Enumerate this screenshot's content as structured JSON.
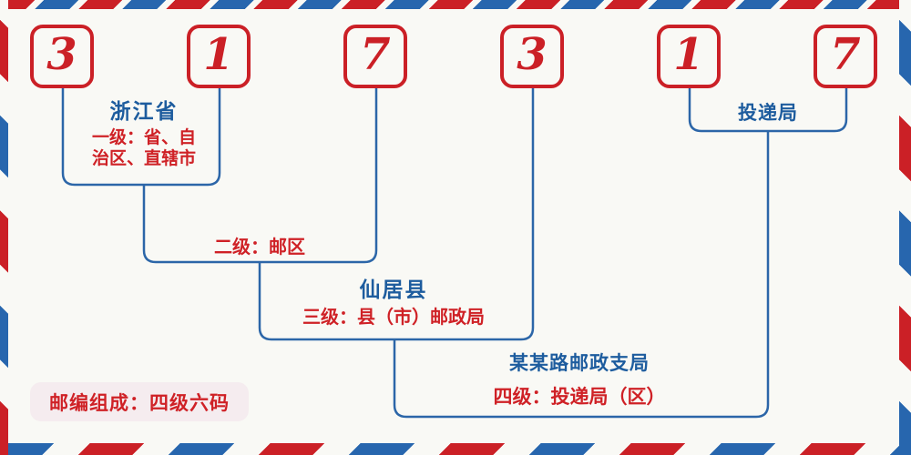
{
  "diagram": {
    "title_meaning": "邮政编码结构示意图",
    "code_digits": [
      "3",
      "1",
      "7",
      "3",
      "1",
      "7"
    ],
    "levels": {
      "level1": {
        "name": "浙江省",
        "desc_line1": "一级：省、自",
        "desc_line2": "治区、直辖市"
      },
      "level2": {
        "desc": "二级：邮区"
      },
      "level3": {
        "name": "仙居县",
        "desc": "三级：县（市）邮政局"
      },
      "level4": {
        "name": "某某路邮政支局",
        "desc": "四级：投递局（区）"
      },
      "delivery": {
        "name": "投递局"
      }
    },
    "badge_text": "邮编组成：四级六码",
    "colors": {
      "digit_red": "#cb2026",
      "desc_red": "#cf2126",
      "line_blue": "#2c66a8",
      "name_blue": "#1d5c9e",
      "stripe_blue": "#2766ae",
      "background": "#f9f9f5",
      "badge_bg": "#f5ecef"
    }
  }
}
